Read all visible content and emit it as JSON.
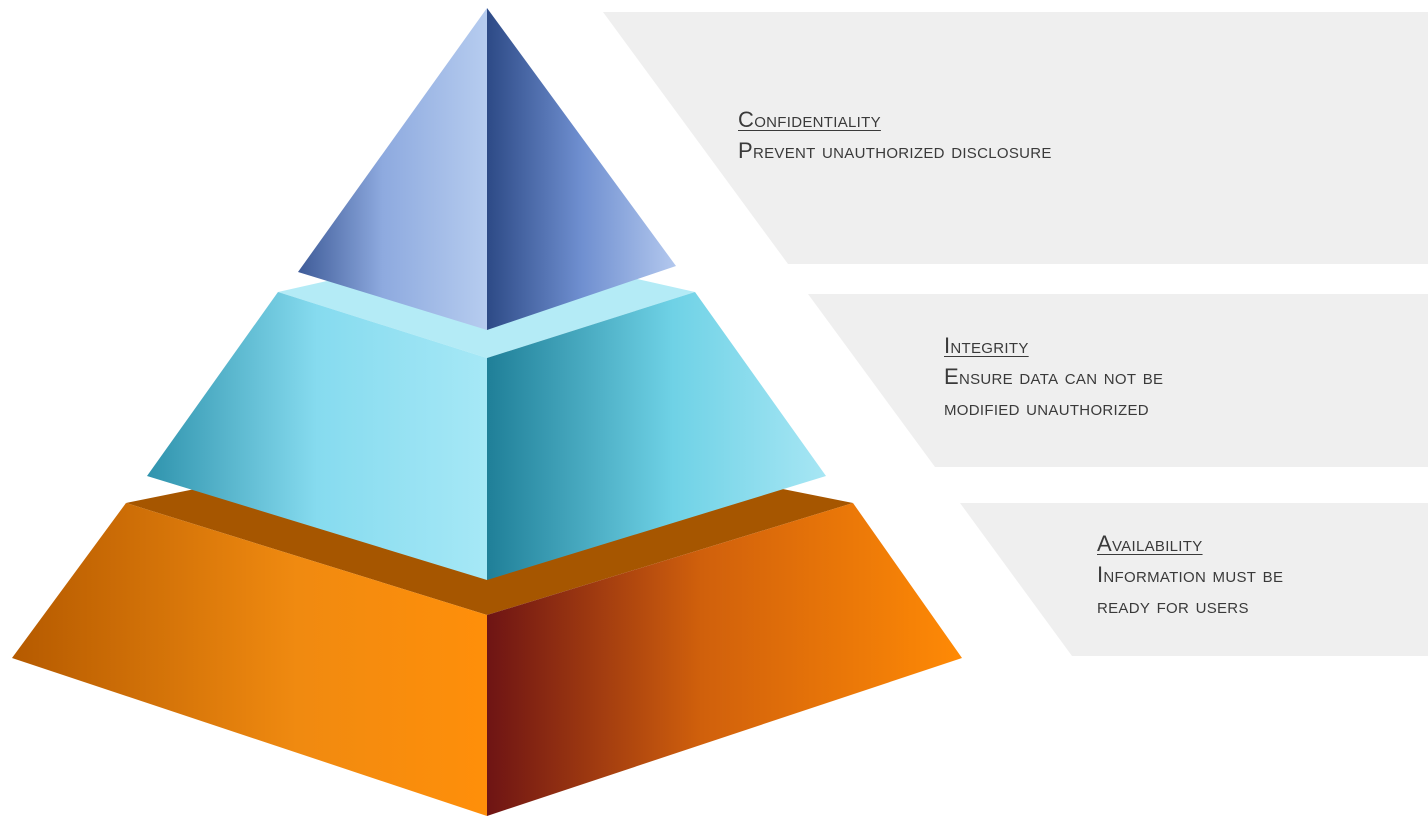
{
  "colors": {
    "panel": "#efefef",
    "text": "#3a3a3a",
    "top_tier": "#8eaadf",
    "middle_tier": "#6fd2e6",
    "bottom_tier": "#f08a10"
  },
  "tiers": [
    {
      "id": "confidentiality",
      "title": "Confidentiality",
      "lines": [
        "Prevent unauthorized disclosure"
      ]
    },
    {
      "id": "integrity",
      "title": "Integrity",
      "lines": [
        "Ensure data can not be",
        "modified unauthorized"
      ]
    },
    {
      "id": "availability",
      "title": "Availability",
      "lines": [
        "Information must be",
        "ready for users"
      ]
    }
  ]
}
